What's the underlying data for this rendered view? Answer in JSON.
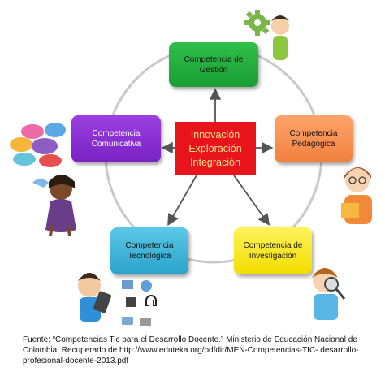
{
  "boxes": {
    "gestion": {
      "line1": "Competencia de",
      "line2": "Gestión",
      "color": "#2fbf4a"
    },
    "comunicativa": {
      "line1": "Competencia",
      "line2": "Comunicativa",
      "color": "#8a2fd6"
    },
    "pedagogica": {
      "line1": "Competencia",
      "line2": "Pedagógica",
      "color": "#f6924f"
    },
    "tecnologica": {
      "line1": "Competencia",
      "line2": "Tecnológica",
      "color": "#3bb6dc"
    },
    "investigacion": {
      "line1": "Competencia de",
      "line2": "Investigación",
      "color": "#f5e41a"
    }
  },
  "center": {
    "line1": "Innovación",
    "line2": "Exploración",
    "line3": "Integración",
    "color": "#e8141c"
  },
  "footer": {
    "line1": "Fuente: “Competencias Tic para el Desarrollo Docente.” Ministerio de Educación Nacional",
    "line2": "de Colombia. Recuperado de http://www.eduteka.org/pdfdir/MEN-Competencias-TIC-",
    "line3": "desarrollo-profesional-docente-2013.pdf"
  },
  "icons": [
    "gear-icon",
    "speech-bubbles-icon",
    "tablet-icon",
    "media-icons",
    "magnifier-icon",
    "book-icon"
  ]
}
